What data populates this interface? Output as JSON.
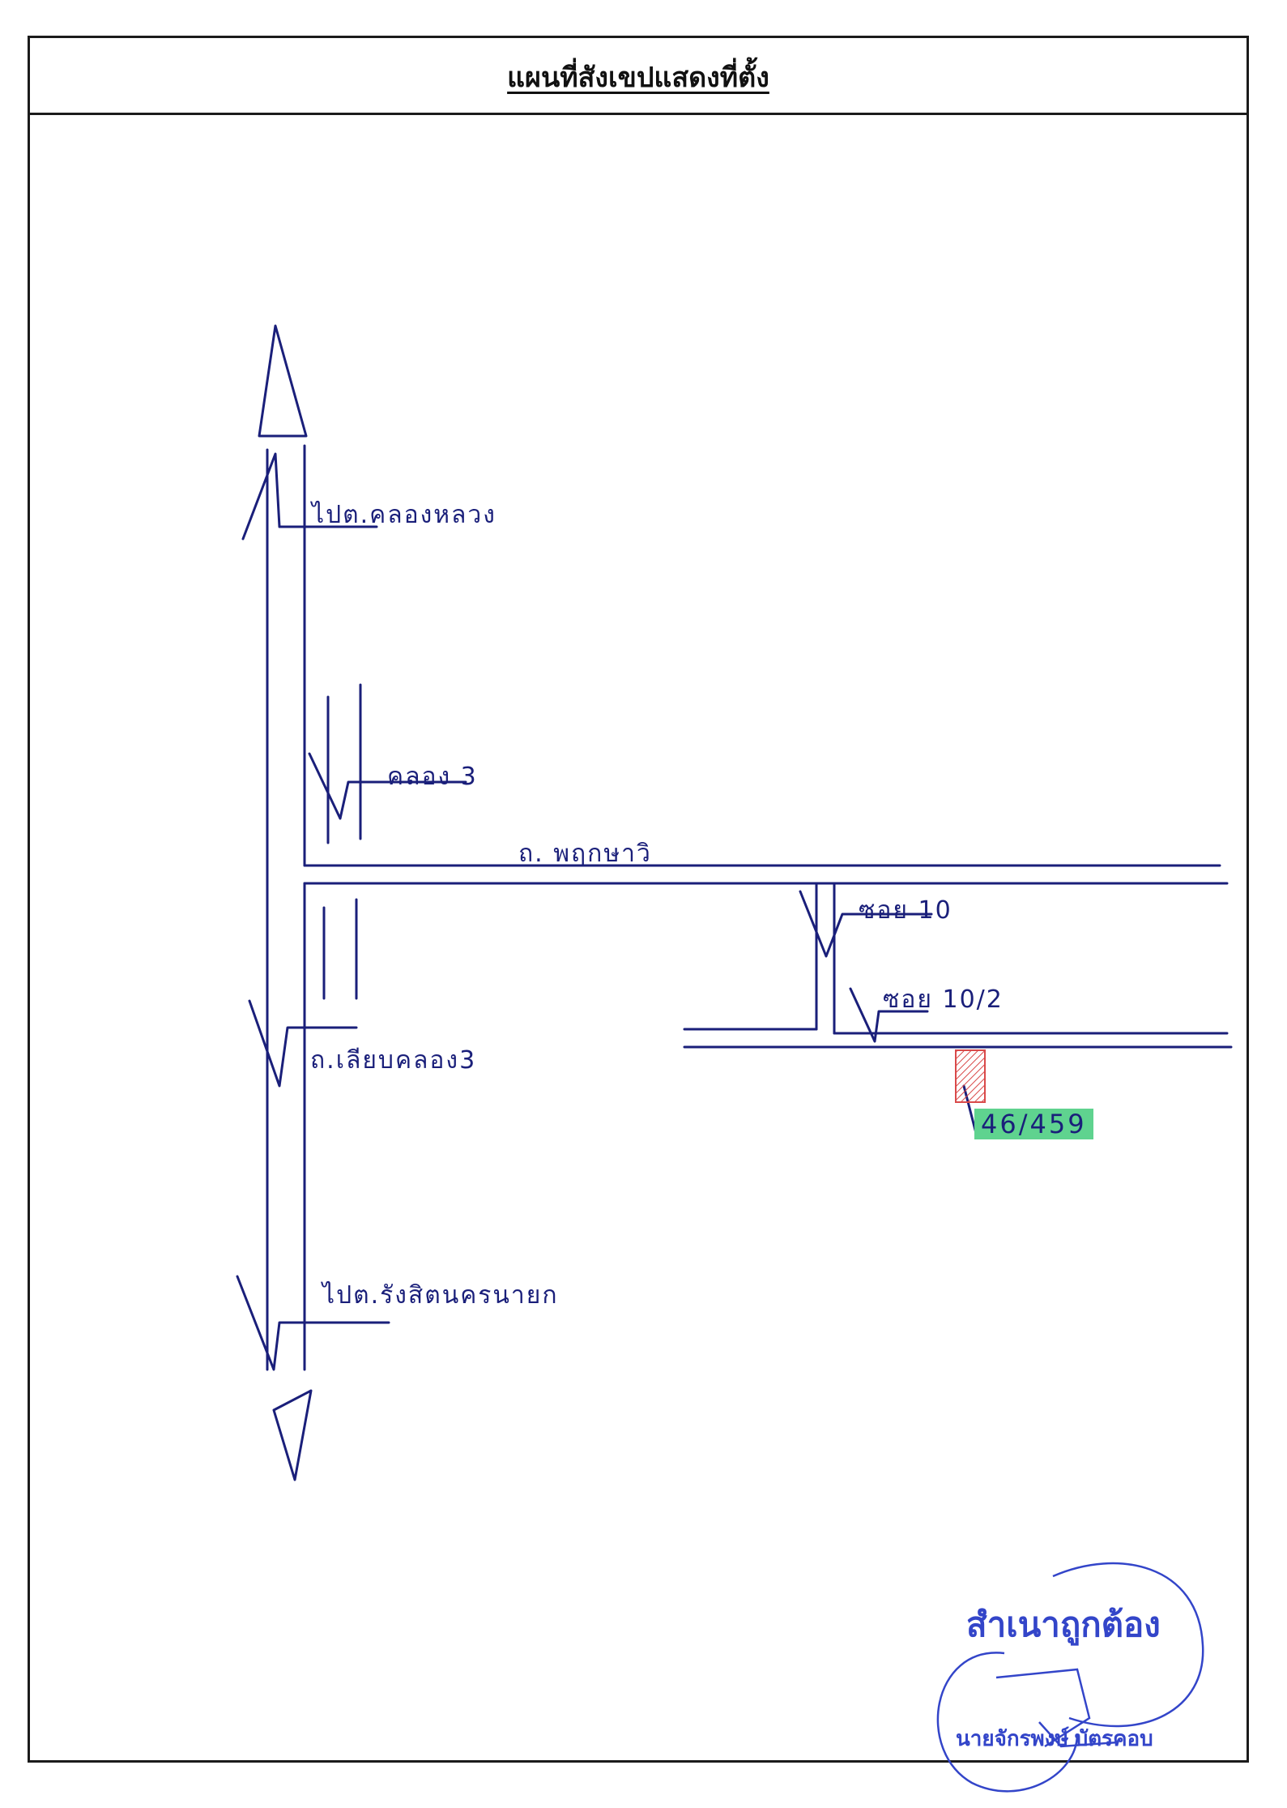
{
  "title": "แผนที่สังเขปแสดงที่ตั้ง",
  "labels": {
    "north_dest": "ไปต.คลองหลวง",
    "canal": "คลอง 3",
    "main_road": "ถ. พฤกษาวิ",
    "soi_10": "ซอย 10",
    "soi_10_2": "ซอย 10/2",
    "side_road": "ถ.เลียบคลอง3",
    "south_dest": "ไปต.รังสิตนครนายก",
    "house_no": "46/459"
  },
  "stamp": {
    "certified": "สำเนาถูกต้อง",
    "name": "นายจักรพงษ์ บัตรคอบ"
  },
  "colors": {
    "ink": "#1a1f7a",
    "parcel_highlight": "#5fd38f",
    "parcel_hatch": "#d94a4a",
    "stamp": "#3345c9"
  },
  "icons": {
    "north_arrow": "triangle-up",
    "south_arrow": "triangle-down"
  }
}
